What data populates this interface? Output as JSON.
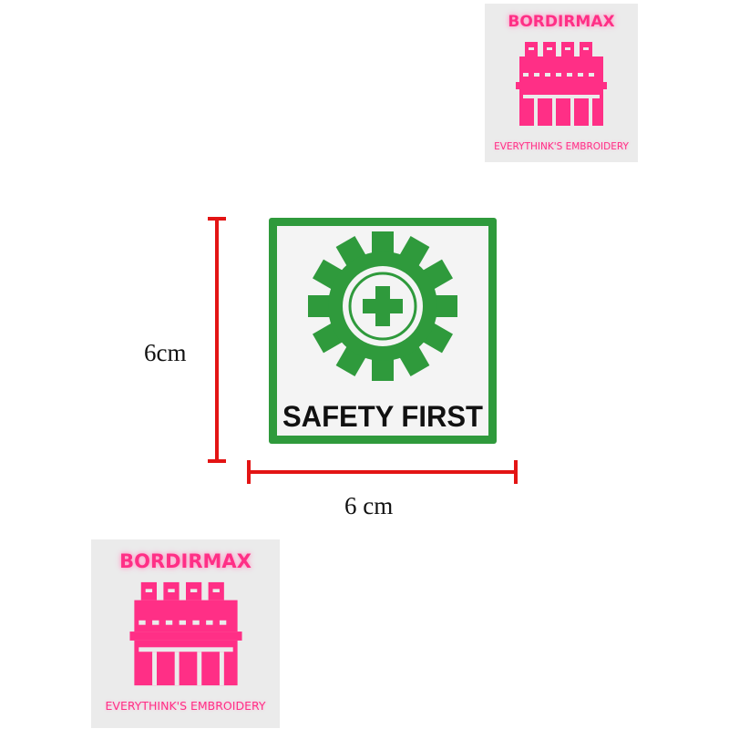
{
  "logo": {
    "brand": "BORDIRMAX",
    "tagline": "EVERYTHINK'S EMBROIDERY",
    "icon": "embroidery-machine-icon",
    "color": "#ff2f86"
  },
  "patch": {
    "text": "SAFETY FIRST",
    "icon": "gear-cross-icon",
    "border_color": "#2f9a3c",
    "text_color": "#111111"
  },
  "dimensions": {
    "height_label": "6cm",
    "width_label": "6 cm",
    "indicator_color": "#e31414"
  }
}
